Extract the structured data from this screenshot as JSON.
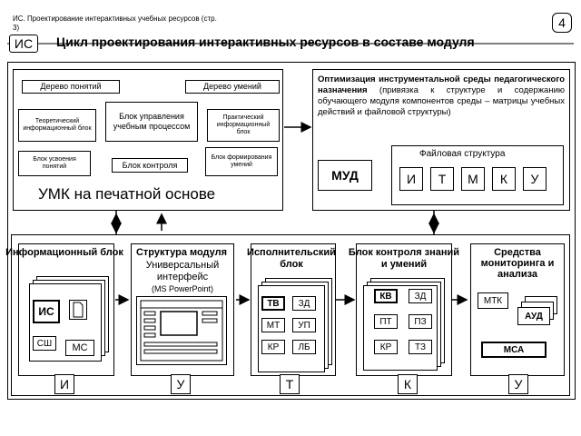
{
  "header": {
    "source": "ИС. Проектирование интерактивных учебных ресурсов (стр. 3)",
    "page_number": "4",
    "logo": "ИС",
    "title": "Цикл проектирования интерактивных ресурсов в составе модуля"
  },
  "umk": {
    "title": "УМК на печатной основе",
    "tree_concepts": "Дерево понятий",
    "tree_skills": "Дерево умений",
    "control_unit": "Блок управления учебным процессом",
    "theory_block": "Теоретический информационный блок",
    "practice_block": "Практический информационный блок",
    "learning_block": "Блок усвоения понятий",
    "control_block": "Блок контроля",
    "skills_block": "Блок формирования умений"
  },
  "optimization": {
    "title_bold": "Оптимизация инструментальной среды педагогического назначения",
    "paren": "(привязка",
    "desc": "к структуре и содержанию обучающего модуля компонентов среды – матрицы учебных действий и файловой структуры)",
    "file_structure": "Файловая структура",
    "mud": "МУД",
    "letters": [
      "И",
      "Т",
      "М",
      "К",
      "У"
    ]
  },
  "blocks": {
    "info": {
      "title": "Информационный блок",
      "is": "ИС",
      "ss": "СШ",
      "ms": "МС"
    },
    "structure": {
      "title": "Структура модуля",
      "subtitle": "Универсальный интерфейс",
      "note": "(MS PowerPoint)"
    },
    "exec": {
      "title": "Исполнительский блок",
      "items": [
        "ТВ",
        "ЗД",
        "МТ",
        "УП",
        "КР",
        "ЛБ"
      ]
    },
    "control": {
      "title": "Блок контроля знаний и умений",
      "items": [
        "КВ",
        "ЗД",
        "ПТ",
        "ПЗ",
        "КР",
        "ТЗ"
      ]
    },
    "monitor": {
      "title": "Средства мониторинга и анализа",
      "mtk": "МТК",
      "aud": "АУД",
      "msa": "МСА"
    }
  },
  "bottom_letters": [
    "И",
    "У",
    "Т",
    "К",
    "У"
  ]
}
